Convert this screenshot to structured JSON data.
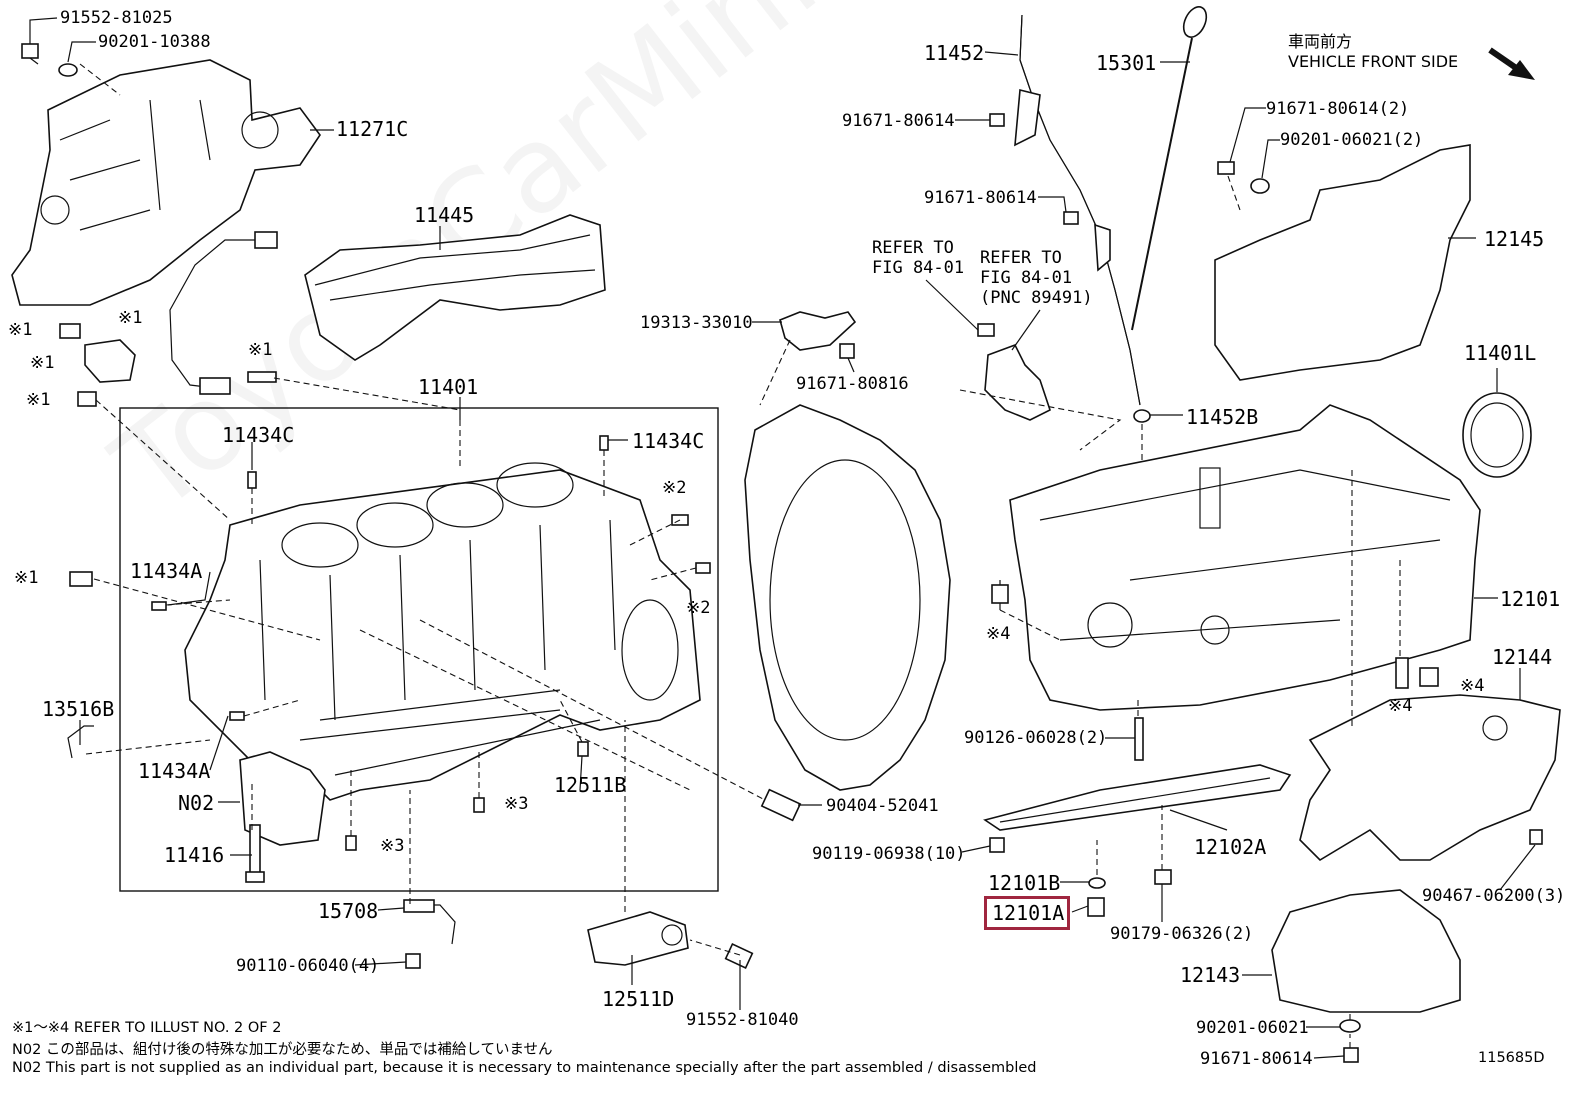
{
  "header": {
    "direction_jp": "車両前方",
    "direction_en": "VEHICLE FRONT SIDE"
  },
  "watermark": "ToyotaCarMinfo.ru",
  "refer_note_1": "REFER TO\nFIG 84-01",
  "refer_note_2": "REFER TO\nFIG 84-01\n(PNC 89491)",
  "labels": {
    "p91552_81025": "91552-81025",
    "p90201_10388": "90201-10388",
    "p11271C": "11271C",
    "p11445": "11445",
    "p11401": "11401",
    "p11434C_l": "11434C",
    "p11434C_r": "11434C",
    "p11434A_t": "11434A",
    "p11434A_b": "11434A",
    "p13516B": "13516B",
    "pN02": "N02",
    "p11416": "11416",
    "p12511B": "12511B",
    "p15708": "15708",
    "p90110_06040": "90110-06040(4)",
    "p12511D": "12511D",
    "p91552_81040": "91552-81040",
    "p90404_52041": "90404-52041",
    "p19313_33010": "19313-33010",
    "p91671_80816": "91671-80816",
    "p11452": "11452",
    "p15301": "15301",
    "p91671_80614_a": "91671-80614",
    "p91671_80614_b": "91671-80614",
    "p11452B": "11452B",
    "p91671_80614_2": "91671-80614(2)",
    "p90201_06021_2": "90201-06021(2)",
    "p12145": "12145",
    "p11401L": "11401L",
    "p12101": "12101",
    "p12144": "12144",
    "p90126_06028": "90126-06028(2)",
    "p12102A": "12102A",
    "p90119_06938": "90119-06938(10)",
    "p12101B": "12101B",
    "p12101A": "12101A",
    "p90179_06326": "90179-06326(2)",
    "p90467_06200": "90467-06200(3)",
    "p12143": "12143",
    "p90201_06021": "90201-06021",
    "p91671_80614_c": "91671-80614"
  },
  "marks": {
    "m1": "※1",
    "m2": "※2",
    "m3": "※3",
    "m4": "※4"
  },
  "footer": {
    "line1": "※1～※4  REFER TO ILLUST NO. 2 OF 2",
    "line2": "N02  この部品は、組付け後の特殊な加工が必要なため、単品では補給していません",
    "line3": "N02  This part is not supplied as an individual part, because it is necessary to maintenance specially after the part assembled / disassembled",
    "figure_no": "115685D"
  }
}
